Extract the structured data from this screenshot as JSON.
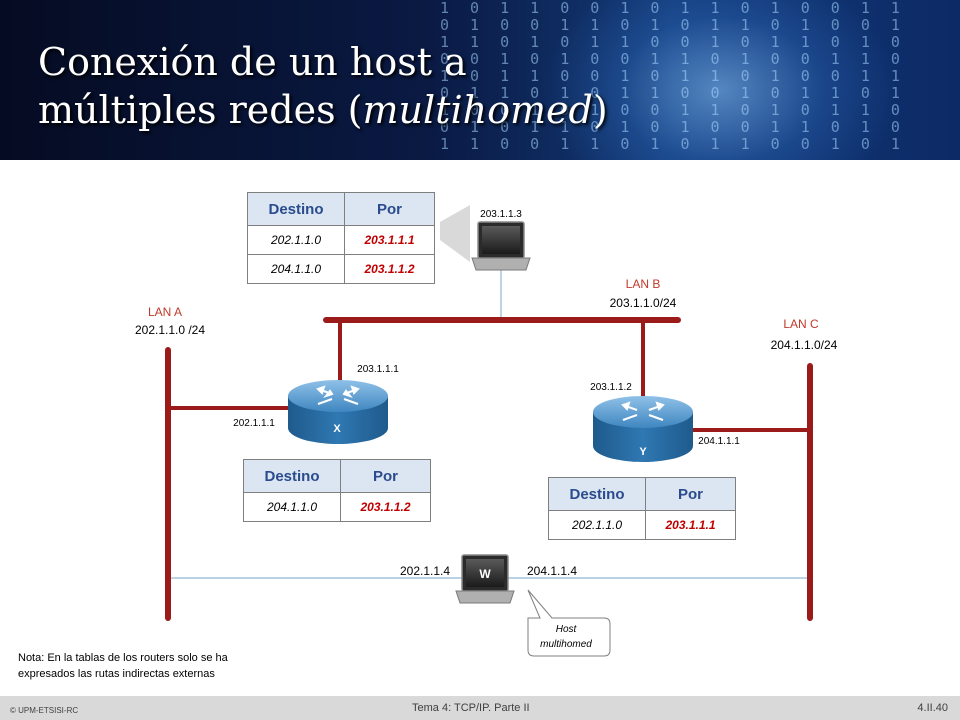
{
  "title": {
    "line1": "Conexión de un host a",
    "line2_prefix": "múltiples redes (",
    "line2_italic": "multihomed",
    "line2_suffix": ")"
  },
  "lans": {
    "a": {
      "name": "LAN A",
      "net": "202.1.1.0 /24"
    },
    "b": {
      "name": "LAN B",
      "net": "203.1.1.0/24"
    },
    "c": {
      "name": "LAN C",
      "net": "204.1.1.0/24"
    }
  },
  "routers": {
    "x": {
      "label": "X",
      "ip_b": "203.1.1.1",
      "ip_a": "202.1.1.1"
    },
    "y": {
      "label": "Y",
      "ip_b": "203.1.1.2",
      "ip_c": "204.1.1.1"
    }
  },
  "hosts": {
    "top": {
      "ip": "203.1.1.3"
    },
    "w": {
      "label": "W",
      "ip_a": "202.1.1.4",
      "ip_c": "204.1.1.4"
    }
  },
  "callout": {
    "line1": "Host",
    "line2": "multihomed"
  },
  "tables": {
    "header_dest": "Destino",
    "header_via": "Por",
    "host": [
      {
        "dest": "202.1.1.0",
        "via": "203.1.1.1"
      },
      {
        "dest": "204.1.1.0",
        "via": "203.1.1.2"
      }
    ],
    "x": [
      {
        "dest": "204.1.1.0",
        "via": "203.1.1.2"
      }
    ],
    "y": [
      {
        "dest": "202.1.1.0",
        "via": "203.1.1.1"
      }
    ]
  },
  "note": {
    "text": "Nota: En la tablas de los routers solo se ha expresados las rutas indirectas externas"
  },
  "footer": {
    "left": "© UPM-ETSISI-RC",
    "center": "Tema 4: TCP/IP. Parte II",
    "right": "4.II.40"
  },
  "colors": {
    "lan_line": "#9b1b1b",
    "label_red": "#c0392b",
    "header_blue": "#2a4b8d",
    "via_red": "#c00000",
    "thin_link": "#8fb7d6"
  }
}
